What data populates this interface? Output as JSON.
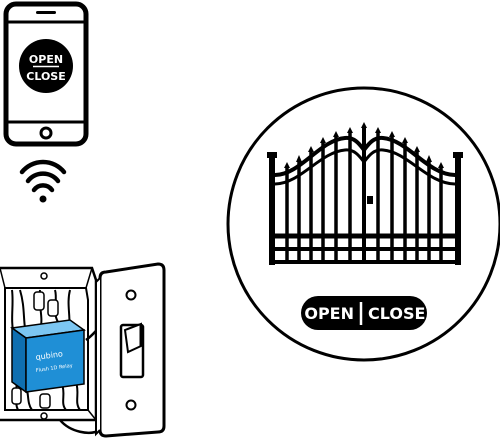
{
  "phone": {
    "button_line1": "OPEN",
    "button_line2": "CLOSE"
  },
  "relay": {
    "brand": "qubino",
    "model": "Flush 1D Relay"
  },
  "gate_panel": {
    "open_label": "OPEN",
    "close_label": "CLOSE"
  },
  "colors": {
    "line": "#000000",
    "relay_blue": "#1f8fd6",
    "wall_plate": "#ffffff"
  }
}
